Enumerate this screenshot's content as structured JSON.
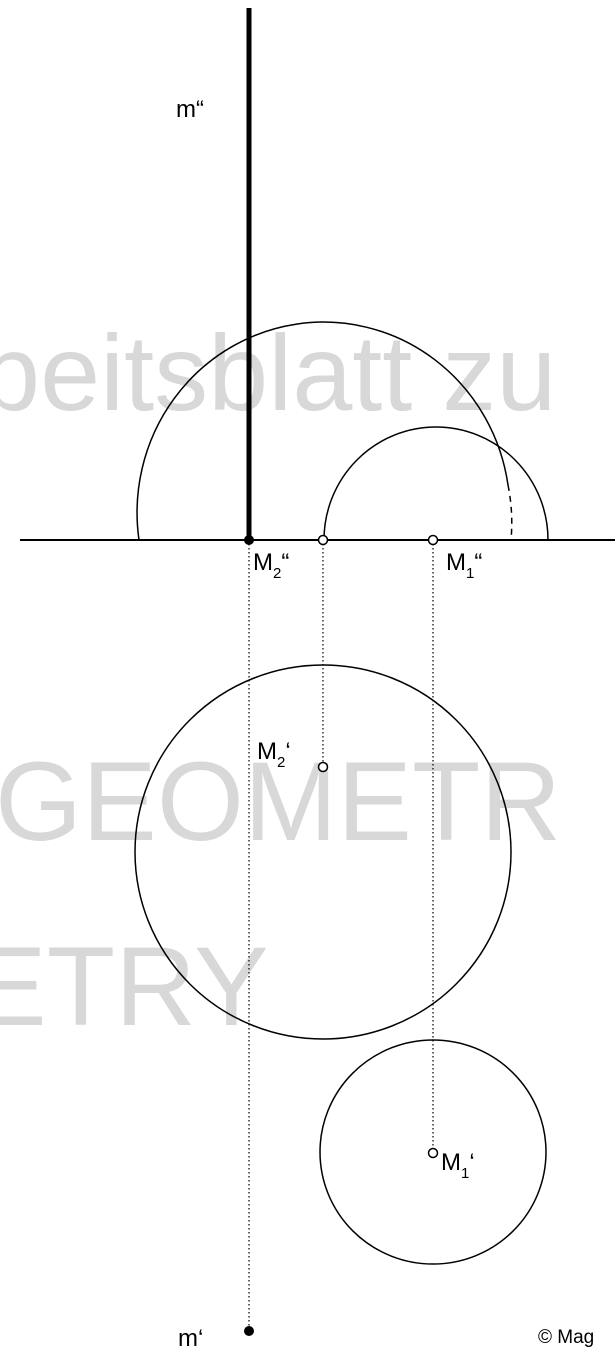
{
  "watermark": {
    "line1": "beitsblatt zu",
    "line2": "GEOMETR",
    "line3": "ETRY",
    "color": "#d8d8d8"
  },
  "labels": {
    "m_front": {
      "main": "m",
      "prime": "“"
    },
    "m_top": {
      "main": "m",
      "prime": "‘"
    },
    "M2_front": {
      "main": "M",
      "sub": "2",
      "prime": "“"
    },
    "M1_front": {
      "main": "M",
      "sub": "1",
      "prime": "“"
    },
    "M2_top": {
      "main": "M",
      "sub": "2",
      "prime": "‘"
    },
    "M1_top": {
      "main": "M",
      "sub": "1",
      "prime": "‘"
    }
  },
  "copyright": "© Mag",
  "colors": {
    "ink": "#000000",
    "background": "#ffffff"
  }
}
